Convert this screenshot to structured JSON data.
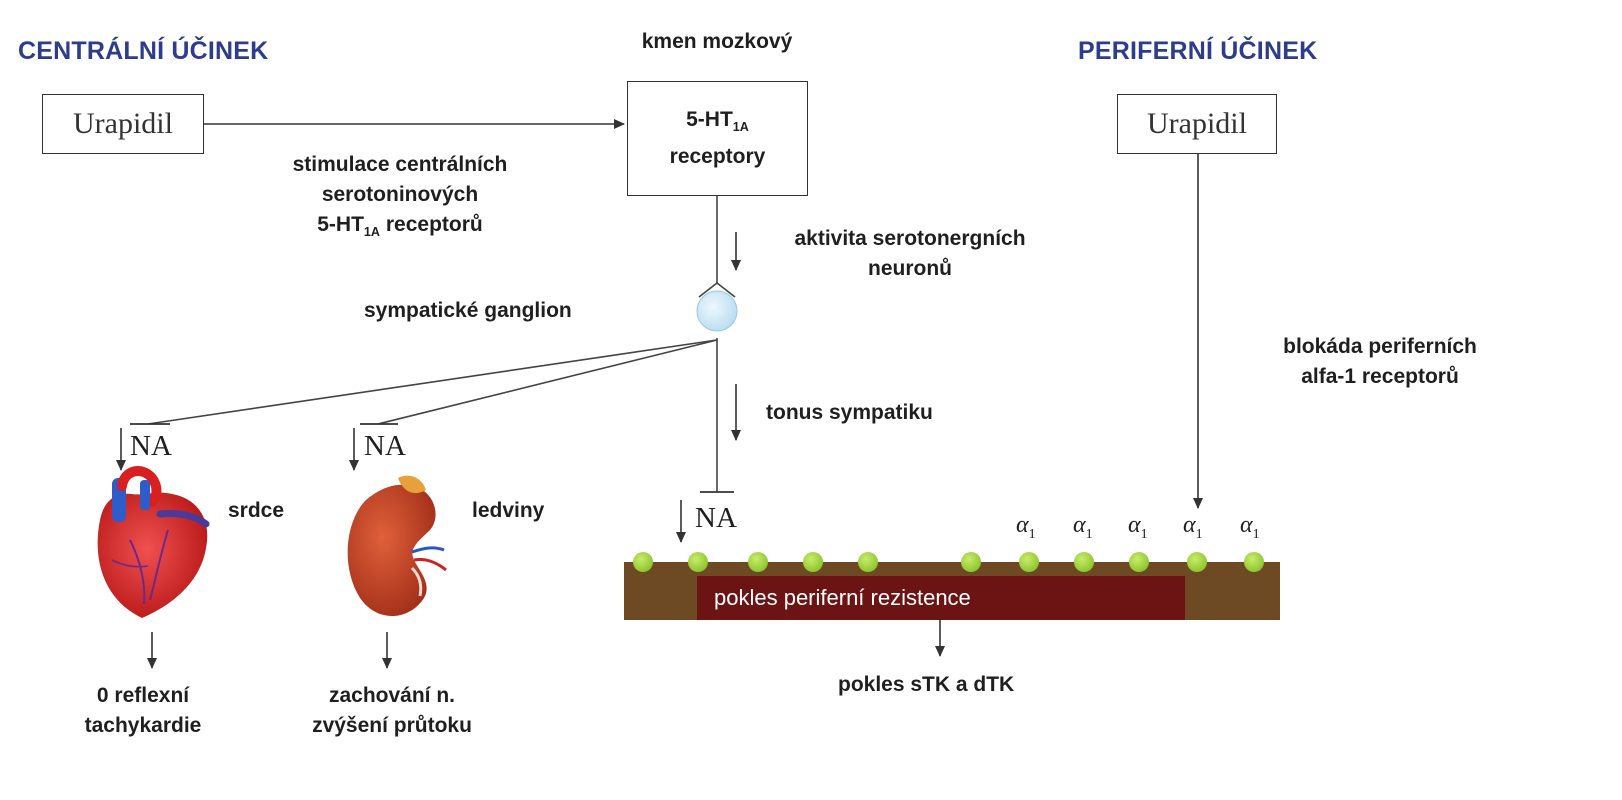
{
  "colors": {
    "heading": "#2e3c8c",
    "membrane": "#6e4a24",
    "band": "#6c1414",
    "receptor": "#9fcf3a",
    "ganglion": "#cde8f6"
  },
  "headings": {
    "central": "CENTRÁLNÍ ÚČINEK",
    "peripheral": "PERIFERNÍ ÚČINEK"
  },
  "brainstem": {
    "title": "kmen mozkový",
    "receptor_prefix": "5-HT",
    "receptor_sub": "1A",
    "receptor_word": "receptory"
  },
  "drug_left": "Urapidil",
  "drug_right": "Urapidil",
  "stimulation": {
    "line1": "stimulace centrálních",
    "line2": "serotoninových",
    "line3_prefix": "5-HT",
    "line3_sub": "1A",
    "line3_suffix": " receptorů"
  },
  "activity": {
    "line1": "aktivita serotonergních",
    "line2": "neuronů"
  },
  "ganglion_label": "sympatické ganglion",
  "tonus_label": "tonus sympatiku",
  "blockade": {
    "line1": "blokáda periferních",
    "line2": "alfa-1 receptorů"
  },
  "na_labels": [
    "NA",
    "NA",
    "NA"
  ],
  "organs": {
    "heart": "srdce",
    "kidney": "ledviny",
    "kidney_icon": "kidney-icon",
    "heart_icon": "heart-icon"
  },
  "outcomes": {
    "heart_line1": "0 reflexní",
    "heart_line2": "tachykardie",
    "kidney_line1": "zachování n.",
    "kidney_line2": "zvýšení průtoku"
  },
  "alpha": {
    "symbol": "α",
    "sub": "1",
    "count": 5
  },
  "resistance_label": "pokles periferní rezistence",
  "bp_label": "pokles sTK a dTK"
}
